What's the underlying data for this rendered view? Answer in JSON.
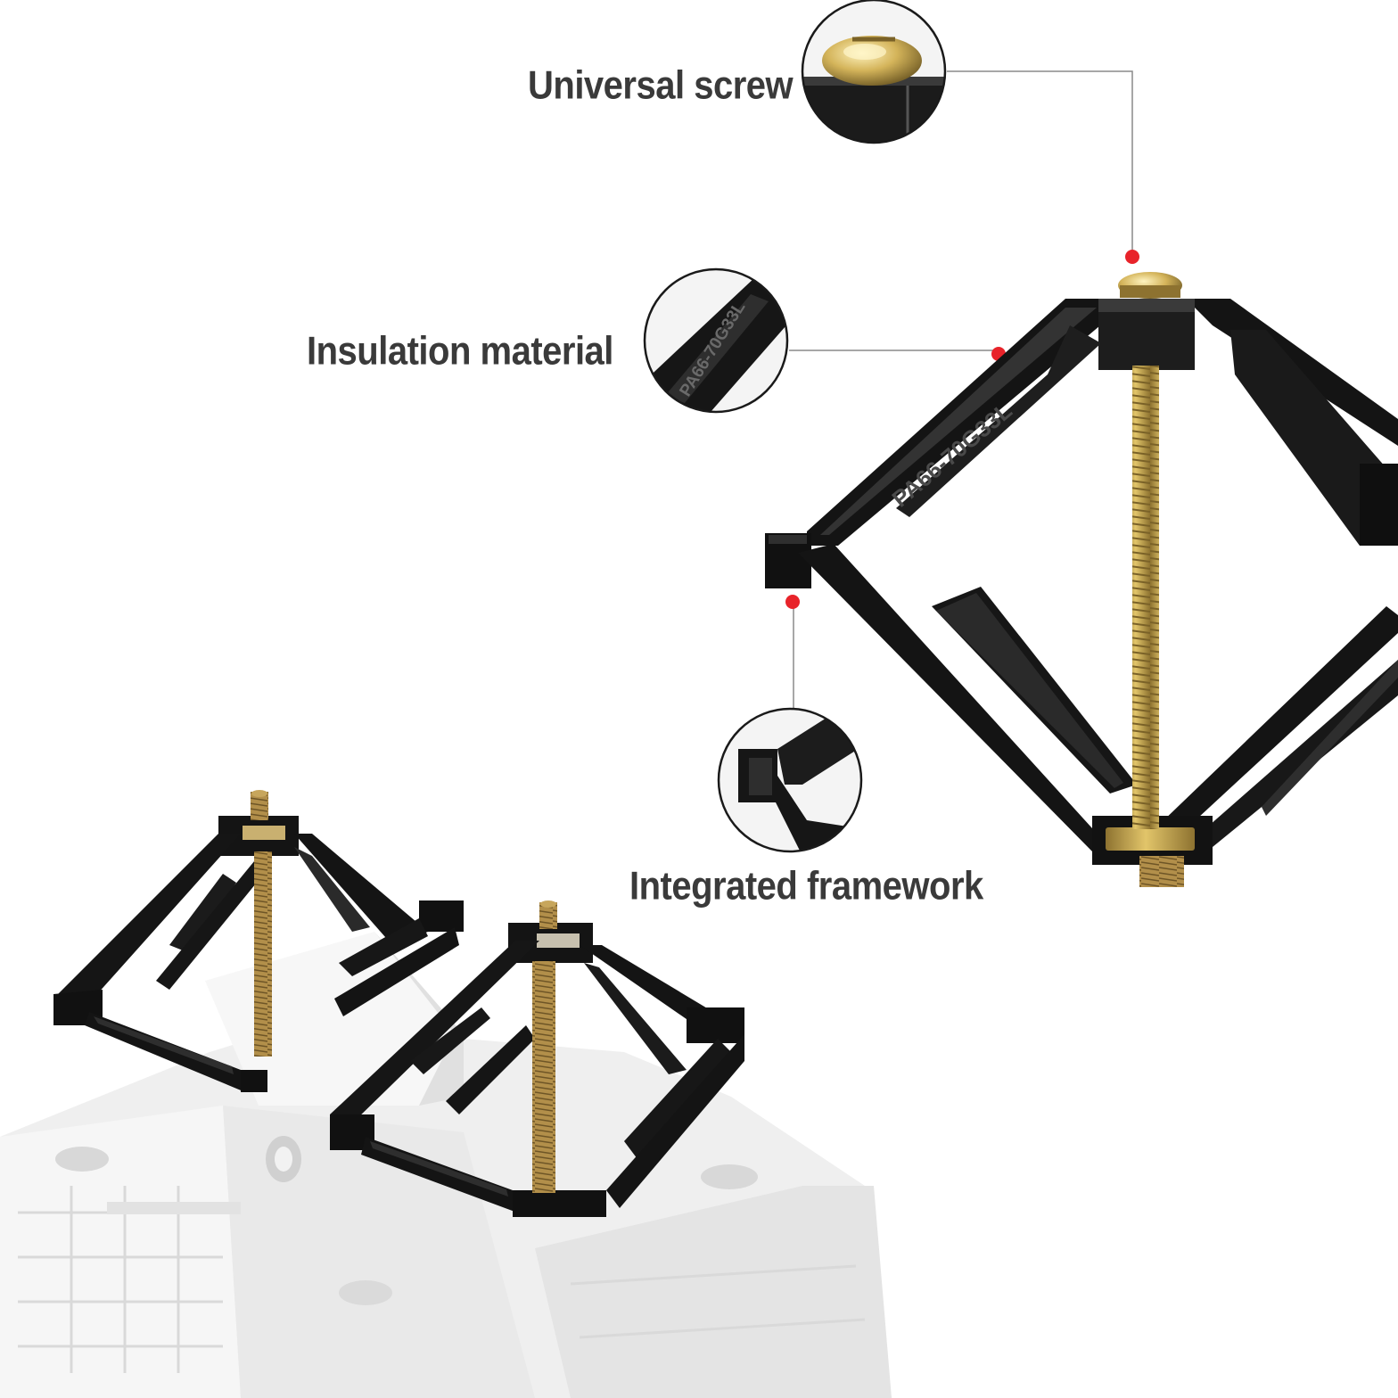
{
  "callouts": {
    "universal_screw": "Universal screw",
    "insulation_material": "Insulation material",
    "integrated_framework": "Integrated framework"
  },
  "product": {
    "material_marking": "PA66-70G33L"
  },
  "colors": {
    "background": "#ffffff",
    "label_text": "#3a3a3a",
    "bracket_black": "#141414",
    "bracket_highlight": "#2e2e2e",
    "screw_brass": "#c9a64a",
    "screw_brass_dark": "#8d7230",
    "marker_red": "#e8232a",
    "leader_line": "#8a8a8a",
    "plate_white": "#f1f1f1"
  }
}
